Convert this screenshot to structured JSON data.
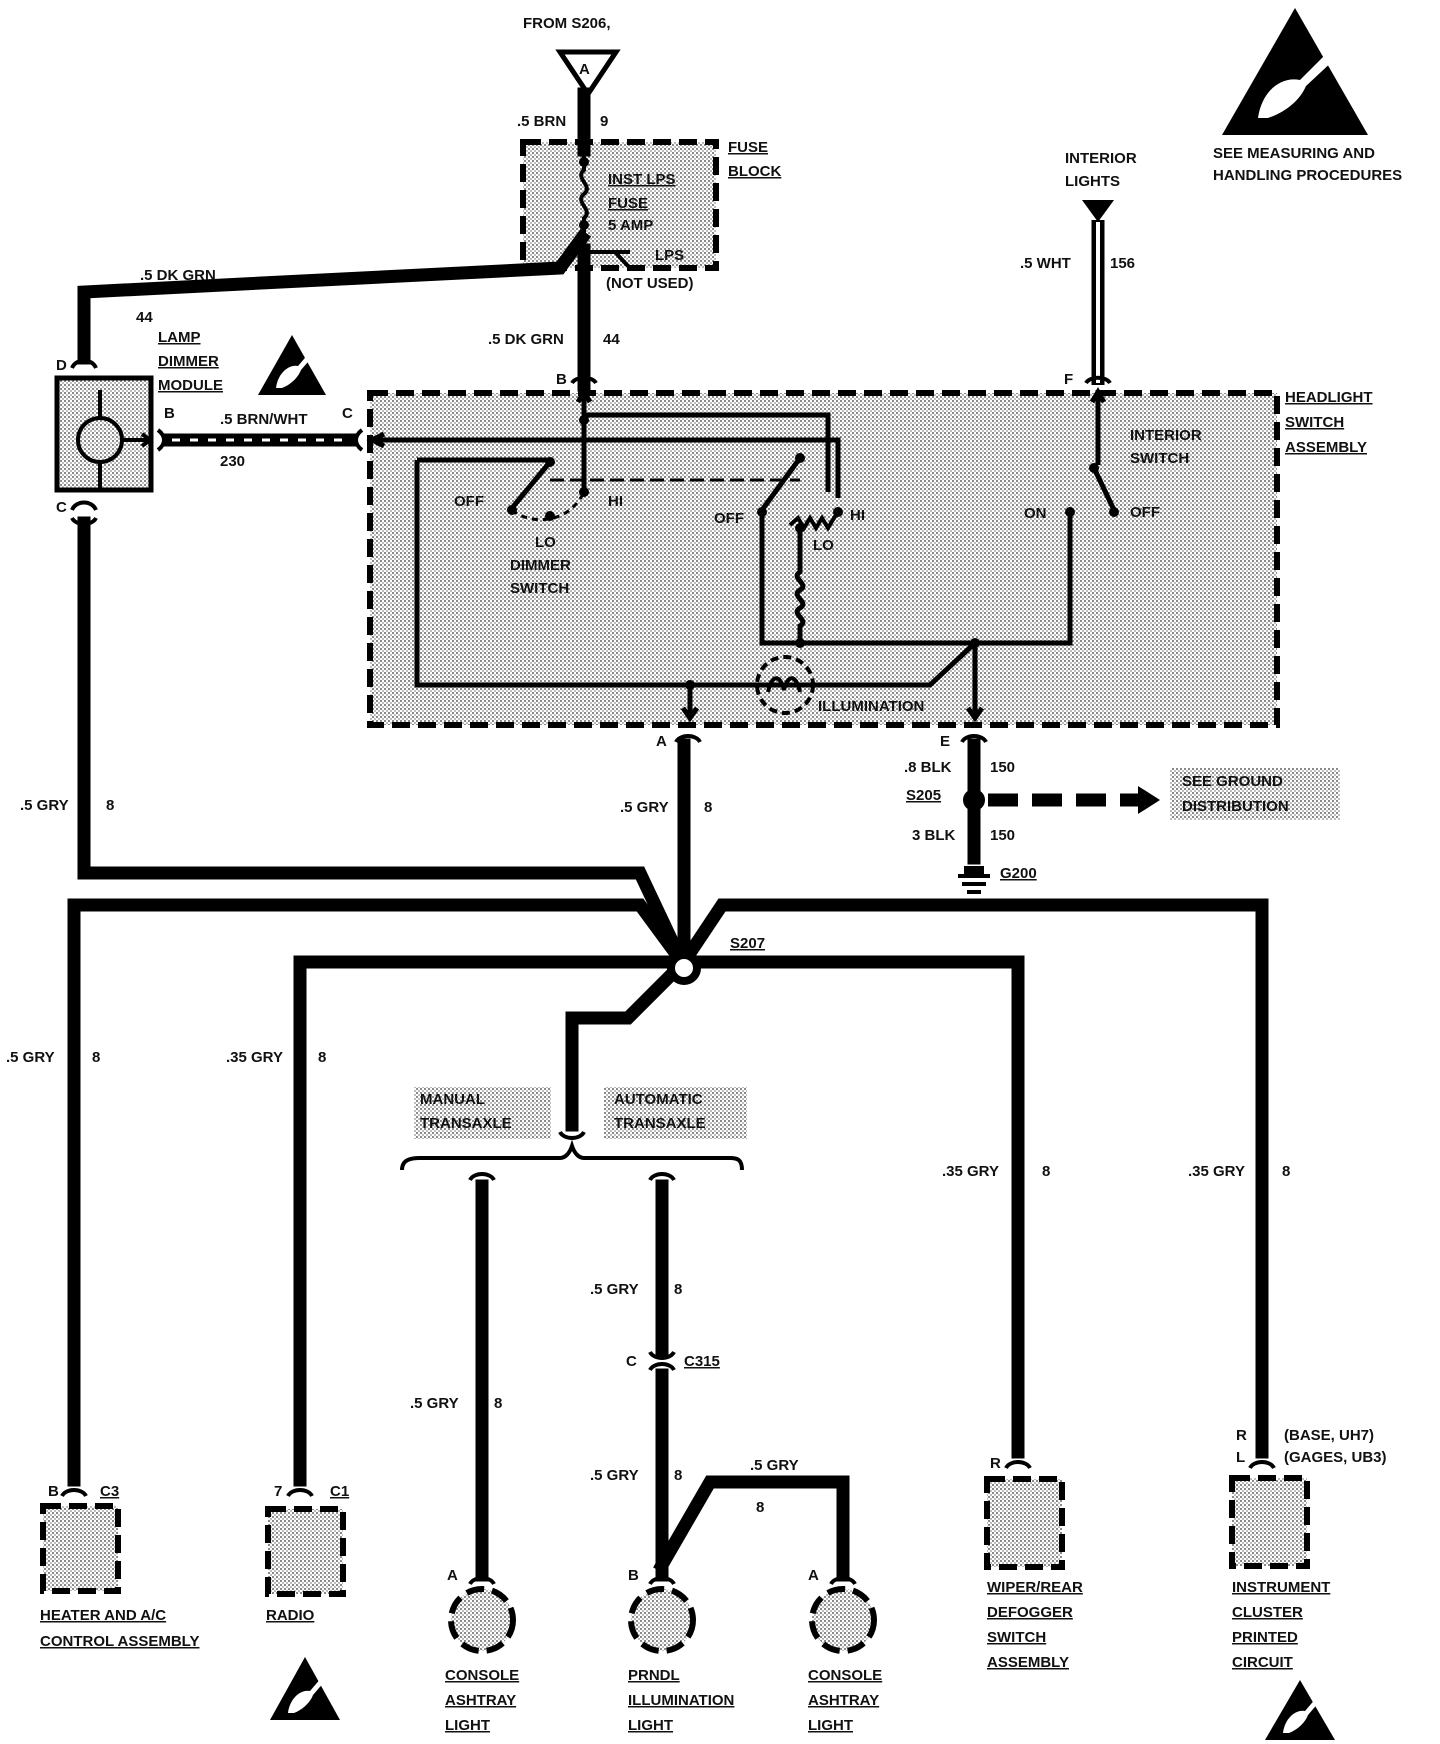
{
  "labels": {
    "from_s206": "FROM S206,",
    "connector_a": "A",
    "wire_05brn": ".5 BRN",
    "circuit_9": "9",
    "inst_lps": "INST LPS",
    "fuse": "FUSE",
    "amp5": "5 AMP",
    "lps": "LPS",
    "not_used": "(NOT USED)",
    "fuse_block_1": "FUSE",
    "fuse_block_2": "BLOCK",
    "esd_1": "SEE MEASURING AND",
    "esd_2": "HANDLING PROCEDURES",
    "interior_1": "INTERIOR",
    "interior_2": "LIGHTS",
    "wire_05wht": ".5 WHT",
    "circuit_156": "156",
    "wire_05dkgrn_top": ".5 DK GRN",
    "circuit_44_left": "44",
    "wire_05dkgrn_mid": ".5 DK GRN",
    "circuit_44_mid": "44",
    "pin_d": "D",
    "pin_b_module": "B",
    "pin_c_module": "C",
    "pin_b_switch": "B",
    "pin_c_switch": "C",
    "pin_f": "F",
    "lamp_1": "LAMP",
    "lamp_2": "DIMMER",
    "lamp_3": "MODULE",
    "wire_brnwht": ".5 BRN/WHT",
    "circuit_230": "230",
    "hsa_1": "HEADLIGHT",
    "hsa_2": "SWITCH",
    "hsa_3": "ASSEMBLY",
    "int_sw_1": "INTERIOR",
    "int_sw_2": "SWITCH",
    "off_1": "OFF",
    "hi_1": "HI",
    "lo_1": "LO",
    "dimmer_1": "DIMMER",
    "dimmer_2": "SWITCH",
    "off_2": "OFF",
    "hi_2": "HI",
    "lo_2": "LO",
    "on_3": "ON",
    "off_3": "OFF",
    "illumination": "ILLUMINATION",
    "pin_a_switch": "A",
    "pin_e_switch": "E",
    "wire_gry_left": ".5 GRY",
    "circuit_8_left": "8",
    "wire_gry_center": ".5 GRY",
    "circuit_8_center": "8",
    "wire_08blk": ".8 BLK",
    "circuit_150_a": "150",
    "s205": "S205",
    "wire_3blk": "3 BLK",
    "circuit_150_b": "150",
    "g200": "G200",
    "see_ground_1": "SEE GROUND",
    "see_ground_2": "DISTRIBUTION",
    "s207": "S207",
    "wire_gry_heater": ".5 GRY",
    "circuit_8_heater": "8",
    "wire_gry_radio": ".35 GRY",
    "circuit_8_radio": "8",
    "manual_1": "MANUAL",
    "manual_2": "TRANSAXLE",
    "auto_1": "AUTOMATIC",
    "auto_2": "TRANSAXLE",
    "wire_gry_wiper": ".35 GRY",
    "circuit_8_wiper": "8",
    "wire_gry_cluster": ".35 GRY",
    "circuit_8_cluster": "8",
    "wire_gry_prndl": ".5 GRY",
    "circuit_8_prndl": "8",
    "pin_c_c315": "C",
    "c315": "C315",
    "wire_gry_ashtray1": ".5 GRY",
    "circuit_8_ashtray1": "8",
    "wire_gry_prndl2": ".5 GRY",
    "circuit_8_prndl2": "8",
    "wire_gry_ashtray2": ".5 GRY",
    "circuit_8_ashtray2": "8",
    "pin_r_cluster": "R",
    "pin_l_cluster": "L",
    "base_uh7": "(BASE, UH7)",
    "gages_ub3": "(GAGES, UB3)",
    "pin_r_wiper": "R",
    "pin_b_heater": "B",
    "c3": "C3",
    "pin_7_radio": "7",
    "c1": "C1",
    "pin_a_ashtray1": "A",
    "pin_b_prndl": "B",
    "pin_a_ashtray2": "A",
    "heater_1": "HEATER AND A/C",
    "heater_2": "CONTROL ASSEMBLY",
    "radio": "RADIO",
    "ashtray1_1": "CONSOLE",
    "ashtray1_2": "ASHTRAY",
    "ashtray1_3": "LIGHT",
    "prndl_1": "PRNDL",
    "prndl_2": "ILLUMINATION",
    "prndl_3": "LIGHT",
    "ashtray2_1": "CONSOLE",
    "ashtray2_2": "ASHTRAY",
    "ashtray2_3": "LIGHT",
    "wiper_1": "WIPER/REAR",
    "wiper_2": "DEFOGGER",
    "wiper_3": "SWITCH",
    "wiper_4": "ASSEMBLY",
    "cluster_1": "INSTRUMENT",
    "cluster_2": "CLUSTER",
    "cluster_3": "PRINTED",
    "cluster_4": "CIRCUIT"
  },
  "colors": {
    "ink": "#000000",
    "paper": "#ffffff",
    "shade": "#d6d6d6"
  }
}
